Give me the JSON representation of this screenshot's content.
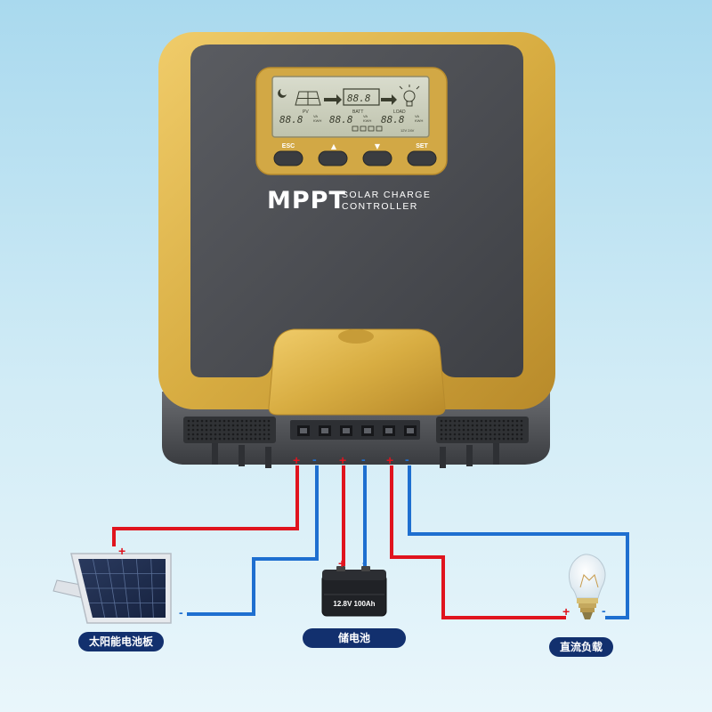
{
  "controller": {
    "brand_main": "MPPT",
    "brand_line1": "SOLAR CHARGE",
    "brand_line2": "CONTROLLER",
    "lcd": {
      "center_readout": "88.8",
      "pv_label": "PV",
      "batt_label": "BATT",
      "load_label": "LOAD",
      "pv_value": "88.8",
      "batt_value": "88.8",
      "load_value": "88.8",
      "unit_top": "VA",
      "unit_bottom": "KWH",
      "system_voltage_hint": "12V 24V"
    },
    "buttons": {
      "esc": "ESC",
      "up": "▲",
      "down": "▼",
      "set": "SET"
    }
  },
  "battery_label": "12.8V 100Ah",
  "labels": {
    "solar_panel": "太阳能电池板",
    "battery": "储电池",
    "dc_load": "直流负载"
  },
  "terminal_signs": {
    "plus": "+",
    "minus": "-"
  },
  "colors": {
    "positive_wire": "#e0141e",
    "negative_wire": "#1e6fd0",
    "label_pill": "#12306e",
    "gold": "#d8ad42",
    "face": "#4b4d52"
  }
}
